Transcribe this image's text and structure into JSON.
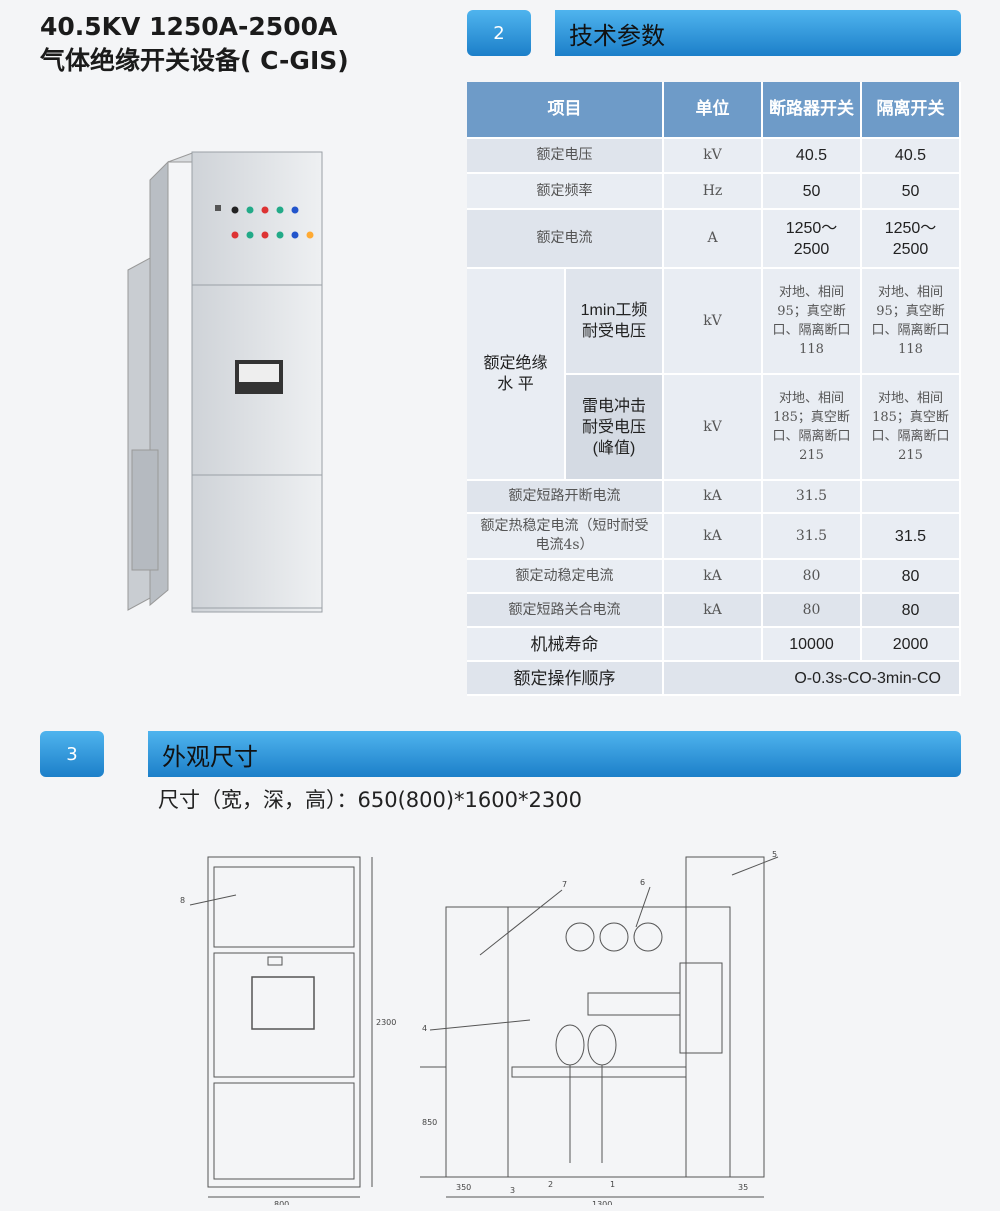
{
  "title": {
    "line1": "40.5KV 1250A-2500A",
    "line2": "气体绝缘开关设备( C-GIS)"
  },
  "section2": {
    "num": "2",
    "label": "技术参数"
  },
  "section3": {
    "num": "3",
    "label": "外观尺寸"
  },
  "dimensions_text": "尺寸（宽，深，高）：650(800)*1600*2300",
  "table": {
    "headers": {
      "item": "项目",
      "unit": "单位",
      "breaker": "断路器开关",
      "isolator": "隔离开关"
    },
    "rows": [
      {
        "item": "额定电压",
        "unit": "kV",
        "breaker": "40.5",
        "isolator": "40.5"
      },
      {
        "item": "额定频率",
        "unit": "Hz",
        "breaker": "50",
        "isolator": "50"
      },
      {
        "item": "额定电流",
        "unit": "A",
        "breaker": "1250～2500",
        "isolator": "1250～2500"
      },
      {
        "item": "额定短路开断电流",
        "unit": "kA",
        "breaker": "31.5",
        "isolator": ""
      },
      {
        "item": "额定热稳定电流（短时耐受电流4s）",
        "unit": "kA",
        "breaker": "31.5",
        "isolator": "31.5"
      },
      {
        "item": "额定动稳定电流",
        "unit": "kA",
        "breaker": "80",
        "isolator": "80"
      },
      {
        "item": "额定短路关合电流",
        "unit": "kA",
        "breaker": "80",
        "isolator": "80"
      },
      {
        "item": "机械寿命",
        "unit": "",
        "breaker": "10000",
        "isolator": "2000"
      }
    ],
    "insulation": {
      "group": "额定绝缘水 平",
      "sub1": {
        "item": "1min工频耐受电压",
        "unit": "kV",
        "breaker": "对地、相间95；真空断口、隔离断口118",
        "isolator": "对地、相间95；真空断口、隔离断口118"
      },
      "sub2": {
        "item": "雷电冲击耐受电压(峰值)",
        "unit": "kV",
        "breaker": "对地、相间185；真空断口、隔离断口215",
        "isolator": "对地、相间185；真空断口、隔离断口215"
      }
    },
    "sequence": {
      "item": "额定操作顺序",
      "value": "O-0.3s-CO-3min-CO"
    }
  },
  "drawing_labels": {
    "front_width": "800",
    "side_depth": "1300",
    "dim_a": "350",
    "dim_b": "35",
    "height": "2300",
    "mid": "850",
    "callouts": [
      "1",
      "2",
      "3",
      "4",
      "5",
      "6",
      "7",
      "8"
    ]
  },
  "colors": {
    "accent": "#1c7fc9",
    "table_head": "#6e9bc8",
    "row_a": "#dfe4ec",
    "row_b": "#e9edf3"
  }
}
